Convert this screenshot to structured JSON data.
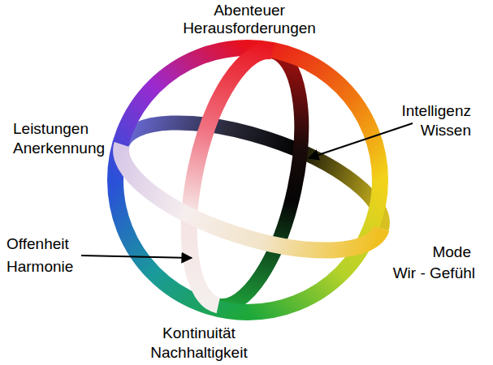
{
  "diagram": {
    "labels": [
      "Abenteuer",
      "Herausforderungen",
      "Intelligenz",
      "Wissen",
      "Leistungen",
      "Anerkennung",
      "Offenheit",
      "Harmonie",
      "Mode",
      "Wir - Gefühl",
      "Kontinuität",
      "Nachhaltigkeit"
    ]
  }
}
